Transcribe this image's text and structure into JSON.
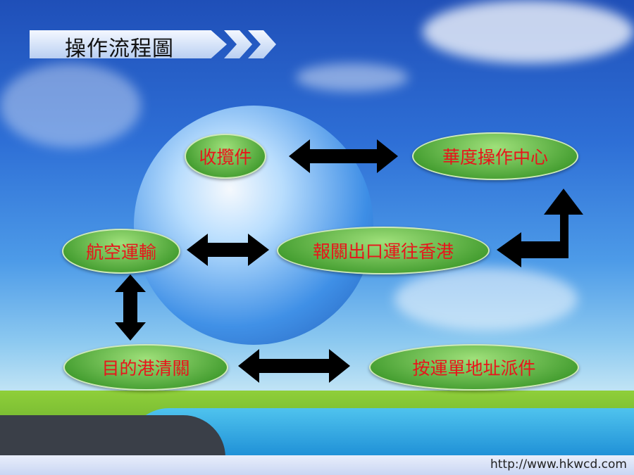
{
  "title": "操作流程圖",
  "footer_url": "http://www.hkwcd.com",
  "nodes": {
    "collect": "收攬件",
    "center": "華度操作中心",
    "air": "航空運輸",
    "export": "報關出口運往香港",
    "clearance": "目的港清關",
    "deliver": "按運單地址派件"
  },
  "colors": {
    "node_text": "#e8141b",
    "node_fill": "#4fa83a",
    "arrow": "#000000"
  }
}
